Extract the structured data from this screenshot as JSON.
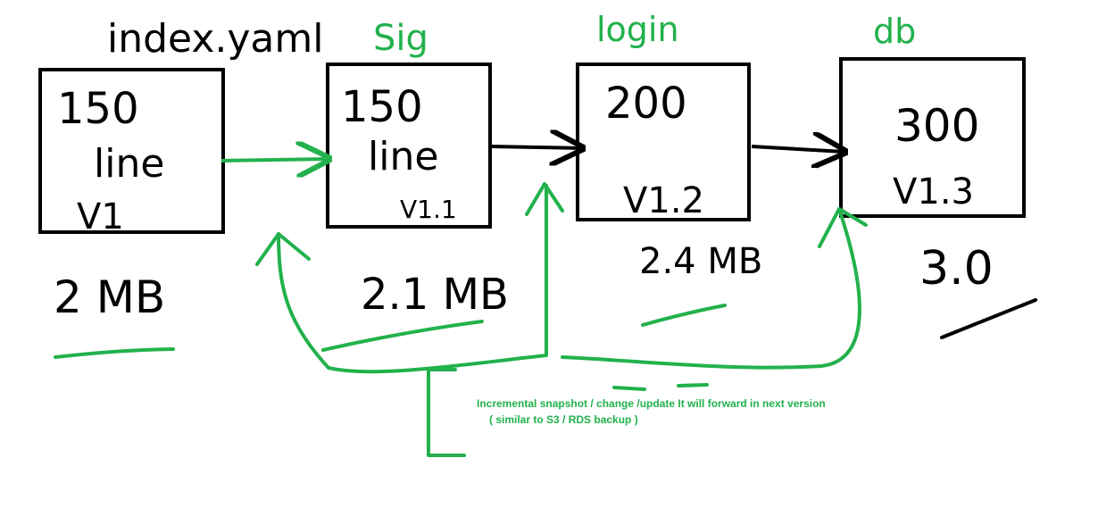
{
  "colors": {
    "ink": "#000000",
    "accent": "#22b14c",
    "background": "#ffffff"
  },
  "stages": [
    {
      "title": "index.yaml",
      "lines": "150",
      "unit": "line",
      "version": "V1",
      "size": "2 MB"
    },
    {
      "title": "Sig",
      "lines": "150",
      "unit": "line",
      "version": "V1.1",
      "size": "2.1 MB"
    },
    {
      "title": "login",
      "lines": "200",
      "unit": "",
      "version": "V1.2",
      "size": "2.4 MB"
    },
    {
      "title": "db",
      "lines": "300",
      "unit": "",
      "version": "V1.3",
      "size": "3.0"
    }
  ],
  "note": {
    "line1": "Incremental snapshot / change /update It will forward in next version",
    "line2": "( similar to S3 /  RDS backup )"
  }
}
